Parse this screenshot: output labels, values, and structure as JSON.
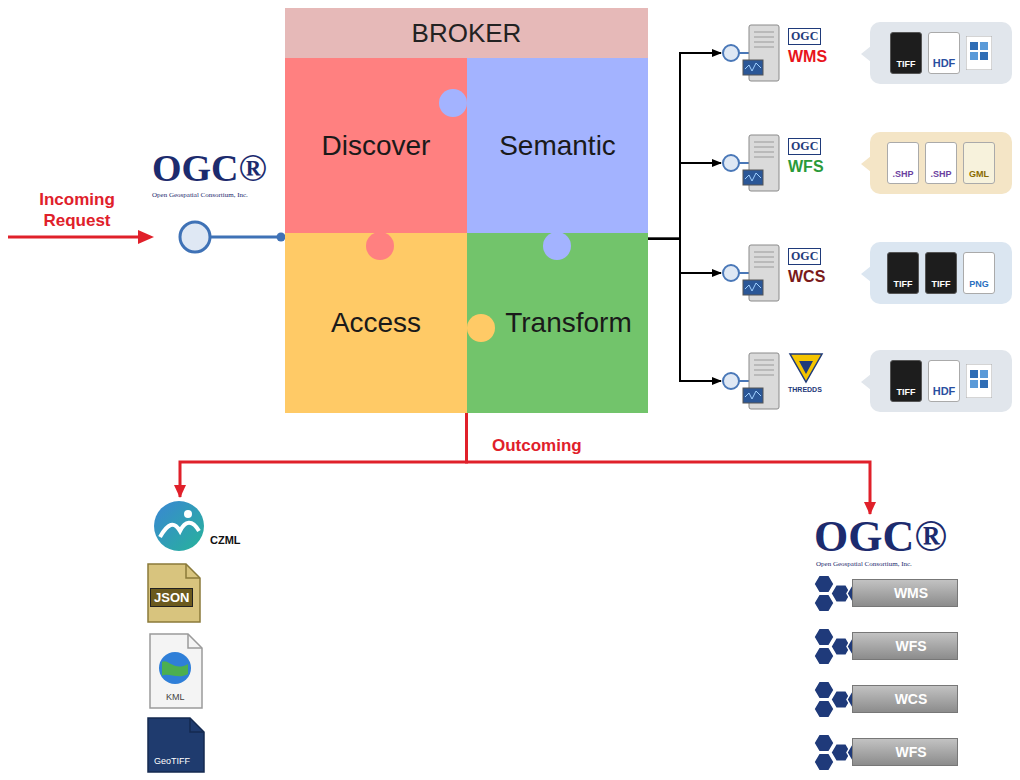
{
  "diagram": {
    "nodes": [
      {
        "text": [
          "BROKER"
        ]
      },
      {
        "text": [
          "Discover"
        ],
        "in": 0
      },
      {
        "text": [
          "Semantic"
        ],
        "in": 0
      },
      {
        "text": [
          "Access"
        ],
        "in": 0
      },
      {
        "text": [
          "Transform"
        ],
        "in": 0
      },
      {
        "text": [
          "OGC",
          "WMS"
        ]
      },
      {
        "text": [
          "TIFF",
          "HDF"
        ]
      },
      {
        "text": [
          "OGC",
          "WFS"
        ]
      },
      {
        "text": [
          ".SHP",
          ".SHP",
          "GML"
        ]
      },
      {
        "text": [
          "OGC",
          "WCS"
        ]
      },
      {
        "text": [
          "TIFF",
          "TIFF",
          "PNG"
        ]
      },
      {
        "text": [
          "THREDDS"
        ]
      },
      {
        "text": [
          "TIFF",
          "HDF"
        ]
      },
      {
        "text": [
          "CZML"
        ]
      },
      {
        "text": [
          "JSON"
        ]
      },
      {
        "text": [
          "KML"
        ]
      },
      {
        "text": [
          "GeoTIFF"
        ]
      },
      {
        "text": [
          "OGC®",
          "Open Geospatial Consortium, Inc."
        ]
      },
      {
        "text": [
          "WMS"
        ]
      },
      {
        "text": [
          "WFS"
        ]
      },
      {
        "text": [
          "WCS"
        ]
      },
      {
        "text": [
          "WFS"
        ]
      }
    ],
    "edges": [
      {
        "from": 0,
        "to": 5,
        "arrow": "to"
      },
      {
        "from": 0,
        "to": 7,
        "arrow": "to"
      },
      {
        "from": 0,
        "to": 9,
        "arrow": "to"
      },
      {
        "from": 0,
        "to": 11,
        "arrow": "to"
      },
      {
        "from": 0,
        "to": 13,
        "arrow": "to"
      },
      {
        "from": 0,
        "to": 17,
        "arrow": "to"
      }
    ],
    "labels": [
      "OGC®",
      "Open Geospatial Consortium, Inc.",
      "Incoming Request",
      "Outcoming"
    ]
  }
}
